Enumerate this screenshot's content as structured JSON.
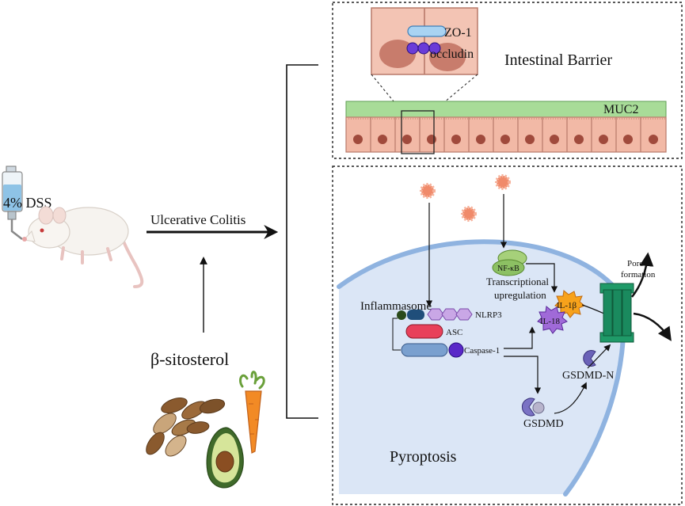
{
  "labels": {
    "zo1": "ZO-1",
    "occludin": "occludin",
    "intestinal_barrier": "Intestinal Barrier",
    "muc2": "MUC2",
    "dss": "4% DSS",
    "ulcerative_colitis": "Ulcerative Colitis",
    "beta_sitosterol": "β-sitosterol",
    "nfkb": "NF-κB",
    "transcriptional_upregulation_line1": "Transcriptional",
    "transcriptional_upregulation_line2": "upregulation",
    "pore_formation_line1": "Pore",
    "pore_formation_line2": "formation",
    "inflammasome": "Inflammasome",
    "nlrp3": "NLRP3",
    "asc": "ASC",
    "caspase1": "Caspase-1",
    "il1b": "IL-1β",
    "il18": "IL-18",
    "gsdmd_n": "GSDMD-N",
    "gsdmd": "GSDMD",
    "pyroptosis": "Pyroptosis"
  },
  "colors": {
    "mucus_layer": "#a8dc98",
    "epithelial_cell": "#f2b9a6",
    "nucleus": "#a04a3c",
    "cell_membrane": "#8fb3e0",
    "cytoplasm": "#dbe6f6",
    "zo1": "#a9d3f2",
    "occludin": "#6a3cd8",
    "nlrp3": "#c9a7e6",
    "asc": "#e8405a",
    "caspase1_body": "#7aa0cf",
    "caspase1_head": "#5a28c8",
    "nfkb": "#8cc063",
    "il1b": "#f7a21b",
    "il18": "#a06ad8",
    "gsdmd": "#6a62b8",
    "pore": "#1a8a5e",
    "stimulus": "#f08a6a"
  }
}
